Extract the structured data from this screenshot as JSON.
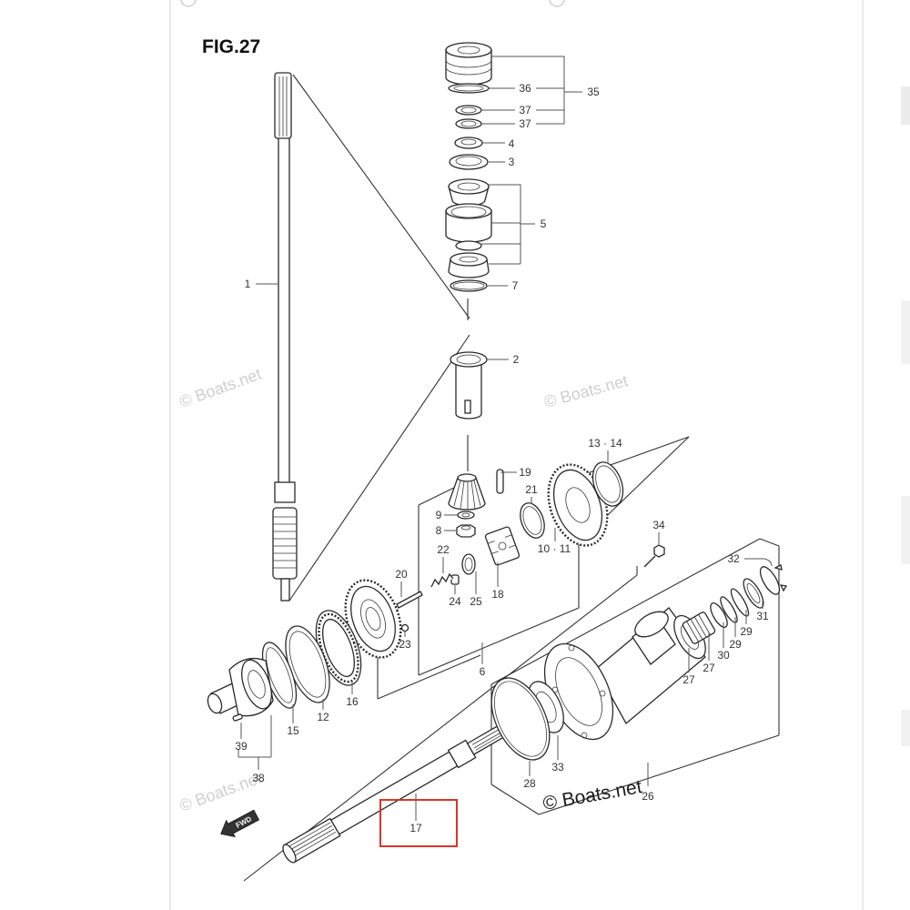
{
  "figure": {
    "title": "FIG.27",
    "watermark": "© Boats.net",
    "fwd": "FWD",
    "highlight_color": "#d5372c"
  },
  "labels": {
    "p1": "1",
    "p2": "2",
    "p3": "3",
    "p4": "4",
    "p5": "5",
    "p6": "6",
    "p7": "7",
    "p8": "8",
    "p9": "9",
    "p10_11": "10 · 11",
    "p12": "12",
    "p13_14": "13 · 14",
    "p15": "15",
    "p16": "16",
    "p17": "17",
    "p18": "18",
    "p19": "19",
    "p20": "20",
    "p21": "21",
    "p22": "22",
    "p23": "23",
    "p24": "24",
    "p25": "25",
    "p26": "26",
    "p27a": "27",
    "p27b": "27",
    "p28": "28",
    "p29a": "29",
    "p29b": "29",
    "p30": "30",
    "p31": "31",
    "p32": "32",
    "p33": "33",
    "p34": "34",
    "p35": "35",
    "p36": "36",
    "p37a": "37",
    "p37b": "37",
    "p38": "38",
    "p39": "39"
  }
}
